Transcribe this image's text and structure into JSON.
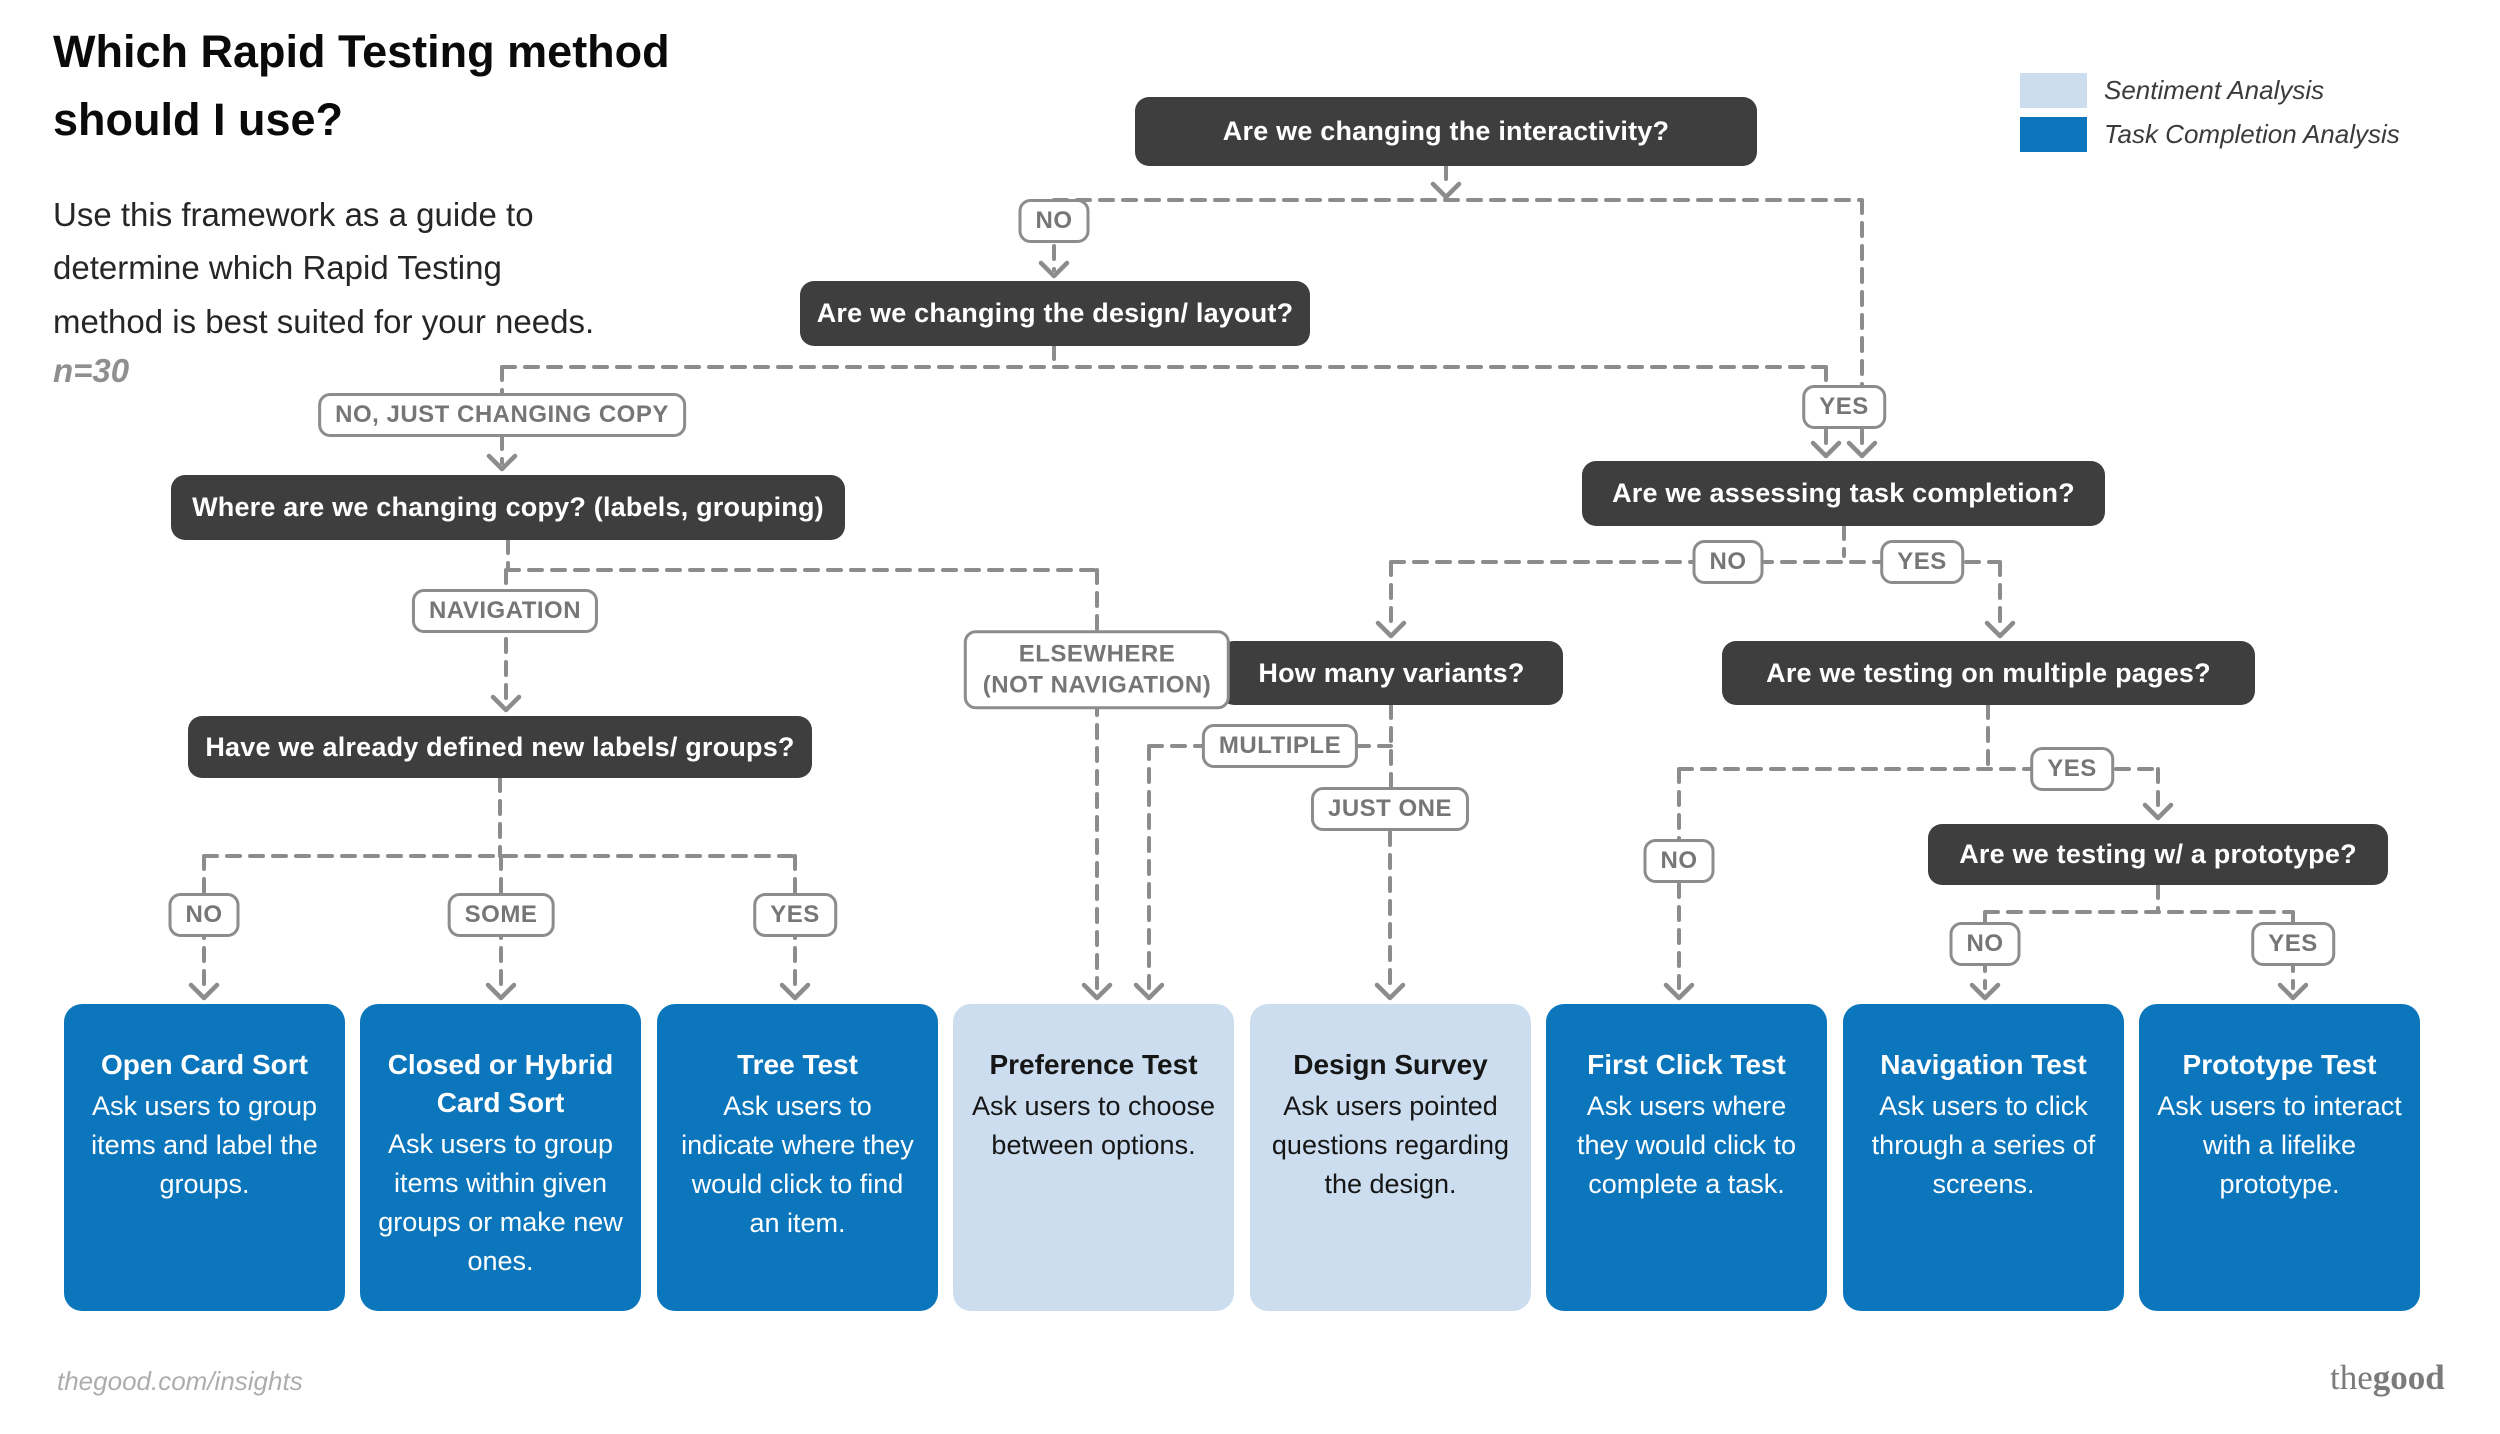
{
  "header": {
    "title_lines": [
      "Which Rapid Testing method",
      "should I use?"
    ],
    "subtitle_lines": [
      "Use this framework as a guide to",
      "determine which Rapid Testing",
      "method is best suited for your needs."
    ],
    "sample_note": "n=30"
  },
  "legend": {
    "items": [
      {
        "label": "Sentiment Analysis",
        "color": "#CBDDEE"
      },
      {
        "label": "Task Completion Analysis",
        "color": "#0B76BC"
      }
    ]
  },
  "questions": {
    "interactivity": "Are we changing the interactivity?",
    "design_layout": "Are we changing the design/ layout?",
    "where_copy": "Where are we changing copy? (labels, grouping)",
    "labels_groups": "Have we already defined new labels/ groups?",
    "task_completion": "Are we assessing task completion?",
    "variants": "How many variants?",
    "multiple_pages": "Are we testing on multiple pages?",
    "prototype": "Are we testing w/ a prototype?"
  },
  "branch_labels": {
    "no": "NO",
    "yes": "YES",
    "some": "SOME",
    "no_just_changing_copy": "NO, JUST CHANGING COPY",
    "navigation": "NAVIGATION",
    "elsewhere_line1": "ELSEWHERE",
    "elsewhere_line2": "(NOT NAVIGATION)",
    "multiple": "MULTIPLE",
    "just_one": "JUST ONE"
  },
  "methods": [
    {
      "title": "Open Card Sort",
      "description": "Ask users to group items and label the groups.",
      "analysis": "Task Completion Analysis"
    },
    {
      "title": "Closed or Hybrid Card Sort",
      "description": "Ask users to group items within given groups or make new ones.",
      "analysis": "Task Completion Analysis"
    },
    {
      "title": "Tree Test",
      "description": "Ask users to indicate where they would click to find an item.",
      "analysis": "Task Completion Analysis"
    },
    {
      "title": "Preference Test",
      "description": "Ask users to choose between options.",
      "analysis": "Sentiment Analysis"
    },
    {
      "title": "Design Survey",
      "description": "Ask users pointed questions regarding the design.",
      "analysis": "Sentiment Analysis"
    },
    {
      "title": "First Click Test",
      "description": "Ask users where they would click to complete a task.",
      "analysis": "Task Completion Analysis"
    },
    {
      "title": "Navigation Test",
      "description": "Ask users to click through a series of screens.",
      "analysis": "Task Completion Analysis"
    },
    {
      "title": "Prototype Test",
      "description": "Ask users to interact with a lifelike prototype.",
      "analysis": "Task Completion Analysis"
    }
  ],
  "footer": {
    "site_link": "thegood.com/insights",
    "brand_the": "the",
    "brand_good": "good"
  },
  "colors": {
    "question_node": "#3E3E3E",
    "task_completion_analysis": "#0B76BC",
    "sentiment_analysis": "#CBDDEE",
    "connector": "#8C8C8C"
  }
}
